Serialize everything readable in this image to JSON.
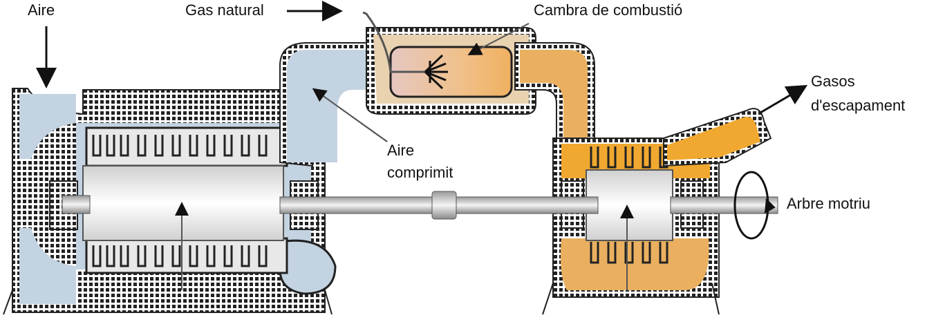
{
  "labels": {
    "air_in": "Aire",
    "gas": "Gas natural",
    "chamber": "Cambra de combustió",
    "exhaust_line1": "Gasos",
    "exhaust_line2": "d'escapament",
    "compressed_line1": "Aire",
    "compressed_line2": "comprimit",
    "shaft": "Arbre motriu"
  },
  "colors": {
    "air": "#c4d3e1",
    "hot": "#f0a830",
    "chamber": "#e8c89a",
    "casing": "#cfcfcf",
    "rotor": "#ededed",
    "shaft": "#bdbdbd",
    "outline": "#222222"
  }
}
